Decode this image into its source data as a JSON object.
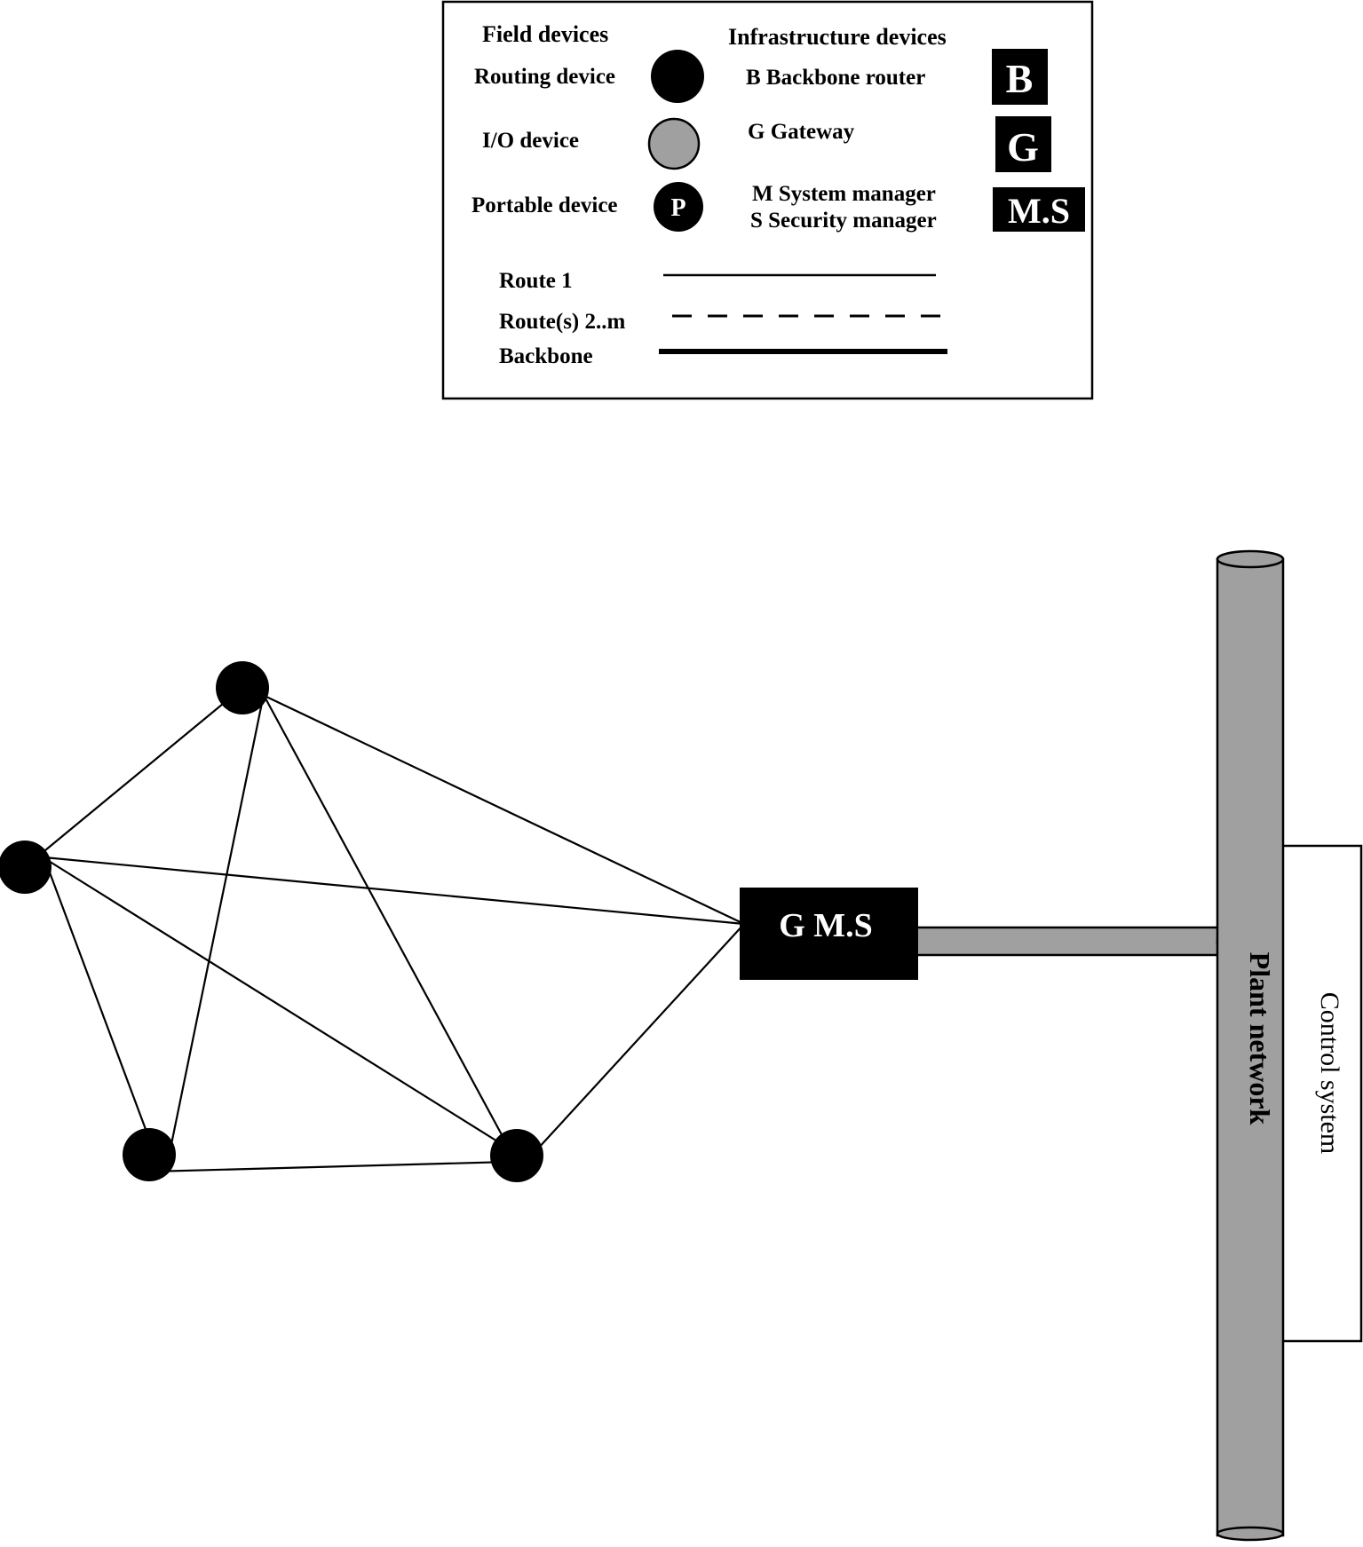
{
  "colors": {
    "device_black": "#000000",
    "io_device_gray": "#a0a0a0",
    "backbone_gray": "#a0a0a0",
    "background": "#ffffff"
  },
  "legend": {
    "field_devices_heading": "Field devices",
    "infrastructure_heading": "Infrastructure devices",
    "routing_device": "Routing device",
    "io_device": "I/O device",
    "portable_device": "Portable device",
    "portable_symbol": "P",
    "backbone_router": "B Backbone router",
    "backbone_router_symbol": "B",
    "gateway": "G Gateway",
    "gateway_symbol": "G",
    "system_manager": "M System manager",
    "security_manager": "S Security manager",
    "manager_symbol": "M.S",
    "route1": "Route 1",
    "routes_2m": "Route(s) 2..m",
    "backbone": "Backbone"
  },
  "network": {
    "gateway_label": "G M.S",
    "plant_network_label": "Plant network",
    "control_system_label": "Control system",
    "routing_nodes": [
      "node-top",
      "node-left",
      "node-bottom-left",
      "node-bottom-right"
    ],
    "route1_links": [
      [
        "node-top",
        "node-left"
      ],
      [
        "node-top",
        "node-bottom-left"
      ],
      [
        "node-top",
        "node-bottom-right"
      ],
      [
        "node-top",
        "gateway"
      ],
      [
        "node-left",
        "gateway"
      ],
      [
        "node-left",
        "node-bottom-left"
      ],
      [
        "node-left",
        "node-bottom-right"
      ],
      [
        "node-bottom-left",
        "node-bottom-right"
      ],
      [
        "node-bottom-right",
        "gateway"
      ]
    ]
  }
}
